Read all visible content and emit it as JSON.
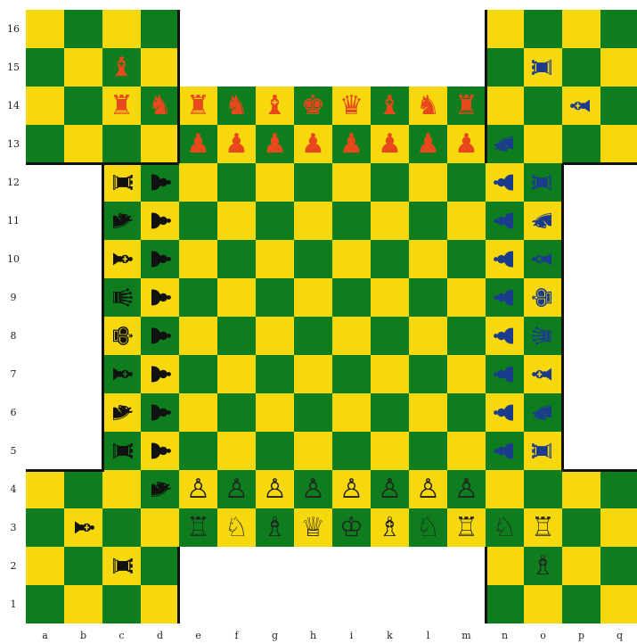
{
  "colors": {
    "light": "#f7d80c",
    "dark": "#0d7d1d",
    "red": "#e8481c",
    "blue": "#1b3c8c",
    "black": "#111111",
    "white": "#fffbe6"
  },
  "files": [
    "a",
    "b",
    "c",
    "d",
    "e",
    "f",
    "g",
    "h",
    "i",
    "k",
    "l",
    "m",
    "n",
    "o",
    "p",
    "q"
  ],
  "ranks": [
    "16",
    "15",
    "14",
    "13",
    "12",
    "11",
    "10",
    "9",
    "8",
    "7",
    "6",
    "5",
    "4",
    "3",
    "2",
    "1"
  ],
  "pieces": [
    {
      "file": "c",
      "rank": "15",
      "side": "red",
      "type": "bishop",
      "glyph": "♝",
      "rot": "none",
      "icon": "red-bishop-icon"
    },
    {
      "file": "c",
      "rank": "14",
      "side": "red",
      "type": "rook",
      "glyph": "♜",
      "rot": "none",
      "icon": "red-rook-icon"
    },
    {
      "file": "d",
      "rank": "14",
      "side": "red",
      "type": "knight",
      "glyph": "♞",
      "rot": "none",
      "icon": "red-knight-icon"
    },
    {
      "file": "e",
      "rank": "14",
      "side": "red",
      "type": "rook",
      "glyph": "♜",
      "rot": "none",
      "icon": "red-rook-icon"
    },
    {
      "file": "f",
      "rank": "14",
      "side": "red",
      "type": "knight",
      "glyph": "♞",
      "rot": "none",
      "icon": "red-knight-icon"
    },
    {
      "file": "g",
      "rank": "14",
      "side": "red",
      "type": "bishop",
      "glyph": "♝",
      "rot": "none",
      "icon": "red-bishop-icon"
    },
    {
      "file": "h",
      "rank": "14",
      "side": "red",
      "type": "king",
      "glyph": "♚",
      "rot": "none",
      "icon": "red-king-icon"
    },
    {
      "file": "i",
      "rank": "14",
      "side": "red",
      "type": "queen",
      "glyph": "♛",
      "rot": "none",
      "icon": "red-queen-icon"
    },
    {
      "file": "k",
      "rank": "14",
      "side": "red",
      "type": "bishop",
      "glyph": "♝",
      "rot": "none",
      "icon": "red-bishop-icon"
    },
    {
      "file": "l",
      "rank": "14",
      "side": "red",
      "type": "knight",
      "glyph": "♞",
      "rot": "none",
      "icon": "red-knight-icon"
    },
    {
      "file": "m",
      "rank": "14",
      "side": "red",
      "type": "rook",
      "glyph": "♜",
      "rot": "none",
      "icon": "red-rook-icon"
    },
    {
      "file": "e",
      "rank": "13",
      "side": "red",
      "type": "pawn",
      "glyph": "♟",
      "rot": "none",
      "icon": "red-pawn-icon"
    },
    {
      "file": "f",
      "rank": "13",
      "side": "red",
      "type": "pawn",
      "glyph": "♟",
      "rot": "none",
      "icon": "red-pawn-icon"
    },
    {
      "file": "g",
      "rank": "13",
      "side": "red",
      "type": "pawn",
      "glyph": "♟",
      "rot": "none",
      "icon": "red-pawn-icon"
    },
    {
      "file": "h",
      "rank": "13",
      "side": "red",
      "type": "pawn",
      "glyph": "♟",
      "rot": "none",
      "icon": "red-pawn-icon"
    },
    {
      "file": "i",
      "rank": "13",
      "side": "red",
      "type": "pawn",
      "glyph": "♟",
      "rot": "none",
      "icon": "red-pawn-icon"
    },
    {
      "file": "k",
      "rank": "13",
      "side": "red",
      "type": "pawn",
      "glyph": "♟",
      "rot": "none",
      "icon": "red-pawn-icon"
    },
    {
      "file": "l",
      "rank": "13",
      "side": "red",
      "type": "pawn",
      "glyph": "♟",
      "rot": "none",
      "icon": "red-pawn-icon"
    },
    {
      "file": "m",
      "rank": "13",
      "side": "red",
      "type": "pawn",
      "glyph": "♟",
      "rot": "none",
      "icon": "red-pawn-icon"
    },
    {
      "file": "o",
      "rank": "15",
      "side": "blue",
      "type": "rook",
      "glyph": "♜",
      "rot": "l",
      "icon": "blue-rook-icon"
    },
    {
      "file": "p",
      "rank": "14",
      "side": "blue",
      "type": "bishop",
      "glyph": "♝",
      "rot": "l",
      "icon": "blue-bishop-icon"
    },
    {
      "file": "n",
      "rank": "13",
      "side": "blue",
      "type": "knight",
      "glyph": "♞",
      "rot": "l",
      "icon": "blue-knight-icon"
    },
    {
      "file": "n",
      "rank": "12",
      "side": "blue",
      "type": "pawn",
      "glyph": "♟",
      "rot": "l",
      "icon": "blue-pawn-icon"
    },
    {
      "file": "o",
      "rank": "12",
      "side": "blue",
      "type": "rook",
      "glyph": "♜",
      "rot": "l",
      "icon": "blue-rook-icon"
    },
    {
      "file": "n",
      "rank": "11",
      "side": "blue",
      "type": "pawn",
      "glyph": "♟",
      "rot": "l",
      "icon": "blue-pawn-icon"
    },
    {
      "file": "o",
      "rank": "11",
      "side": "blue",
      "type": "knight",
      "glyph": "♞",
      "rot": "l",
      "icon": "blue-knight-icon"
    },
    {
      "file": "n",
      "rank": "10",
      "side": "blue",
      "type": "pawn",
      "glyph": "♟",
      "rot": "l",
      "icon": "blue-pawn-icon"
    },
    {
      "file": "o",
      "rank": "10",
      "side": "blue",
      "type": "bishop",
      "glyph": "♝",
      "rot": "l",
      "icon": "blue-bishop-icon"
    },
    {
      "file": "n",
      "rank": "9",
      "side": "blue",
      "type": "pawn",
      "glyph": "♟",
      "rot": "l",
      "icon": "blue-pawn-icon"
    },
    {
      "file": "o",
      "rank": "9",
      "side": "blue",
      "type": "king",
      "glyph": "♚",
      "rot": "l",
      "icon": "blue-king-icon"
    },
    {
      "file": "n",
      "rank": "8",
      "side": "blue",
      "type": "pawn",
      "glyph": "♟",
      "rot": "l",
      "icon": "blue-pawn-icon"
    },
    {
      "file": "o",
      "rank": "8",
      "side": "blue",
      "type": "queen",
      "glyph": "♛",
      "rot": "l",
      "icon": "blue-queen-icon"
    },
    {
      "file": "n",
      "rank": "7",
      "side": "blue",
      "type": "pawn",
      "glyph": "♟",
      "rot": "l",
      "icon": "blue-pawn-icon"
    },
    {
      "file": "o",
      "rank": "7",
      "side": "blue",
      "type": "bishop",
      "glyph": "♝",
      "rot": "l",
      "icon": "blue-bishop-icon"
    },
    {
      "file": "n",
      "rank": "6",
      "side": "blue",
      "type": "pawn",
      "glyph": "♟",
      "rot": "l",
      "icon": "blue-pawn-icon"
    },
    {
      "file": "o",
      "rank": "6",
      "side": "blue",
      "type": "knight",
      "glyph": "♞",
      "rot": "l",
      "icon": "blue-knight-icon"
    },
    {
      "file": "n",
      "rank": "5",
      "side": "blue",
      "type": "pawn",
      "glyph": "♟",
      "rot": "l",
      "icon": "blue-pawn-icon"
    },
    {
      "file": "o",
      "rank": "5",
      "side": "blue",
      "type": "rook",
      "glyph": "♜",
      "rot": "l",
      "icon": "blue-rook-icon"
    },
    {
      "file": "c",
      "rank": "12",
      "side": "black",
      "type": "rook",
      "glyph": "♜",
      "rot": "r",
      "icon": "black-rook-icon"
    },
    {
      "file": "d",
      "rank": "12",
      "side": "black",
      "type": "pawn",
      "glyph": "♟",
      "rot": "r",
      "icon": "black-pawn-icon"
    },
    {
      "file": "c",
      "rank": "11",
      "side": "black",
      "type": "knight",
      "glyph": "♞",
      "rot": "r",
      "icon": "black-knight-icon"
    },
    {
      "file": "d",
      "rank": "11",
      "side": "black",
      "type": "pawn",
      "glyph": "♟",
      "rot": "r",
      "icon": "black-pawn-icon"
    },
    {
      "file": "c",
      "rank": "10",
      "side": "black",
      "type": "bishop",
      "glyph": "♝",
      "rot": "r",
      "icon": "black-bishop-icon"
    },
    {
      "file": "d",
      "rank": "10",
      "side": "black",
      "type": "pawn",
      "glyph": "♟",
      "rot": "r",
      "icon": "black-pawn-icon"
    },
    {
      "file": "c",
      "rank": "9",
      "side": "black",
      "type": "queen",
      "glyph": "♛",
      "rot": "r",
      "icon": "black-queen-icon"
    },
    {
      "file": "d",
      "rank": "9",
      "side": "black",
      "type": "pawn",
      "glyph": "♟",
      "rot": "r",
      "icon": "black-pawn-icon"
    },
    {
      "file": "c",
      "rank": "8",
      "side": "black",
      "type": "king",
      "glyph": "♚",
      "rot": "r",
      "icon": "black-king-icon"
    },
    {
      "file": "d",
      "rank": "8",
      "side": "black",
      "type": "pawn",
      "glyph": "♟",
      "rot": "r",
      "icon": "black-pawn-icon"
    },
    {
      "file": "c",
      "rank": "7",
      "side": "black",
      "type": "bishop",
      "glyph": "♝",
      "rot": "r",
      "icon": "black-bishop-icon"
    },
    {
      "file": "d",
      "rank": "7",
      "side": "black",
      "type": "pawn",
      "glyph": "♟",
      "rot": "r",
      "icon": "black-pawn-icon"
    },
    {
      "file": "c",
      "rank": "6",
      "side": "black",
      "type": "knight",
      "glyph": "♞",
      "rot": "r",
      "icon": "black-knight-icon"
    },
    {
      "file": "d",
      "rank": "6",
      "side": "black",
      "type": "pawn",
      "glyph": "♟",
      "rot": "r",
      "icon": "black-pawn-icon"
    },
    {
      "file": "c",
      "rank": "5",
      "side": "black",
      "type": "rook",
      "glyph": "♜",
      "rot": "r",
      "icon": "black-rook-icon"
    },
    {
      "file": "d",
      "rank": "5",
      "side": "black",
      "type": "pawn",
      "glyph": "♟",
      "rot": "r",
      "icon": "black-pawn-icon"
    },
    {
      "file": "d",
      "rank": "4",
      "side": "black",
      "type": "knight",
      "glyph": "♞",
      "rot": "r",
      "icon": "black-knight-icon"
    },
    {
      "file": "b",
      "rank": "3",
      "side": "black",
      "type": "bishop",
      "glyph": "♝",
      "rot": "r",
      "icon": "black-bishop-icon"
    },
    {
      "file": "c",
      "rank": "2",
      "side": "black",
      "type": "rook",
      "glyph": "♜",
      "rot": "r",
      "icon": "black-rook-icon"
    },
    {
      "file": "e",
      "rank": "4",
      "side": "white",
      "type": "pawn",
      "glyph": "♙",
      "rot": "none",
      "icon": "white-pawn-icon"
    },
    {
      "file": "f",
      "rank": "4",
      "side": "white",
      "type": "pawn",
      "glyph": "♙",
      "rot": "none",
      "icon": "white-pawn-icon"
    },
    {
      "file": "g",
      "rank": "4",
      "side": "white",
      "type": "pawn",
      "glyph": "♙",
      "rot": "none",
      "icon": "white-pawn-icon"
    },
    {
      "file": "h",
      "rank": "4",
      "side": "white",
      "type": "pawn",
      "glyph": "♙",
      "rot": "none",
      "icon": "white-pawn-icon"
    },
    {
      "file": "i",
      "rank": "4",
      "side": "white",
      "type": "pawn",
      "glyph": "♙",
      "rot": "none",
      "icon": "white-pawn-icon"
    },
    {
      "file": "k",
      "rank": "4",
      "side": "white",
      "type": "pawn",
      "glyph": "♙",
      "rot": "none",
      "icon": "white-pawn-icon"
    },
    {
      "file": "l",
      "rank": "4",
      "side": "white",
      "type": "pawn",
      "glyph": "♙",
      "rot": "none",
      "icon": "white-pawn-icon"
    },
    {
      "file": "m",
      "rank": "4",
      "side": "white",
      "type": "pawn",
      "glyph": "♙",
      "rot": "none",
      "icon": "white-pawn-icon"
    },
    {
      "file": "e",
      "rank": "3",
      "side": "white",
      "type": "rook",
      "glyph": "♖",
      "rot": "none",
      "icon": "white-rook-icon"
    },
    {
      "file": "f",
      "rank": "3",
      "side": "white",
      "type": "knight",
      "glyph": "♘",
      "rot": "none",
      "icon": "white-knight-icon"
    },
    {
      "file": "g",
      "rank": "3",
      "side": "white",
      "type": "bishop",
      "glyph": "♗",
      "rot": "none",
      "icon": "white-bishop-icon"
    },
    {
      "file": "h",
      "rank": "3",
      "side": "white",
      "type": "queen",
      "glyph": "♕",
      "rot": "none",
      "icon": "white-queen-icon"
    },
    {
      "file": "i",
      "rank": "3",
      "side": "white",
      "type": "king",
      "glyph": "♔",
      "rot": "none",
      "icon": "white-king-icon"
    },
    {
      "file": "k",
      "rank": "3",
      "side": "white",
      "type": "bishop",
      "glyph": "♗",
      "rot": "none",
      "icon": "white-bishop-icon"
    },
    {
      "file": "l",
      "rank": "3",
      "side": "white",
      "type": "knight",
      "glyph": "♘",
      "rot": "none",
      "icon": "white-knight-icon"
    },
    {
      "file": "m",
      "rank": "3",
      "side": "white",
      "type": "rook",
      "glyph": "♖",
      "rot": "none",
      "icon": "white-rook-icon"
    },
    {
      "file": "n",
      "rank": "3",
      "side": "white",
      "type": "knight",
      "glyph": "♘",
      "rot": "none",
      "icon": "white-knight-icon"
    },
    {
      "file": "o",
      "rank": "3",
      "side": "white",
      "type": "rook",
      "glyph": "♖",
      "rot": "none",
      "icon": "white-rook-icon"
    },
    {
      "file": "o",
      "rank": "2",
      "side": "white",
      "type": "bishop",
      "glyph": "♗",
      "rot": "none",
      "icon": "white-bishop-icon"
    }
  ]
}
